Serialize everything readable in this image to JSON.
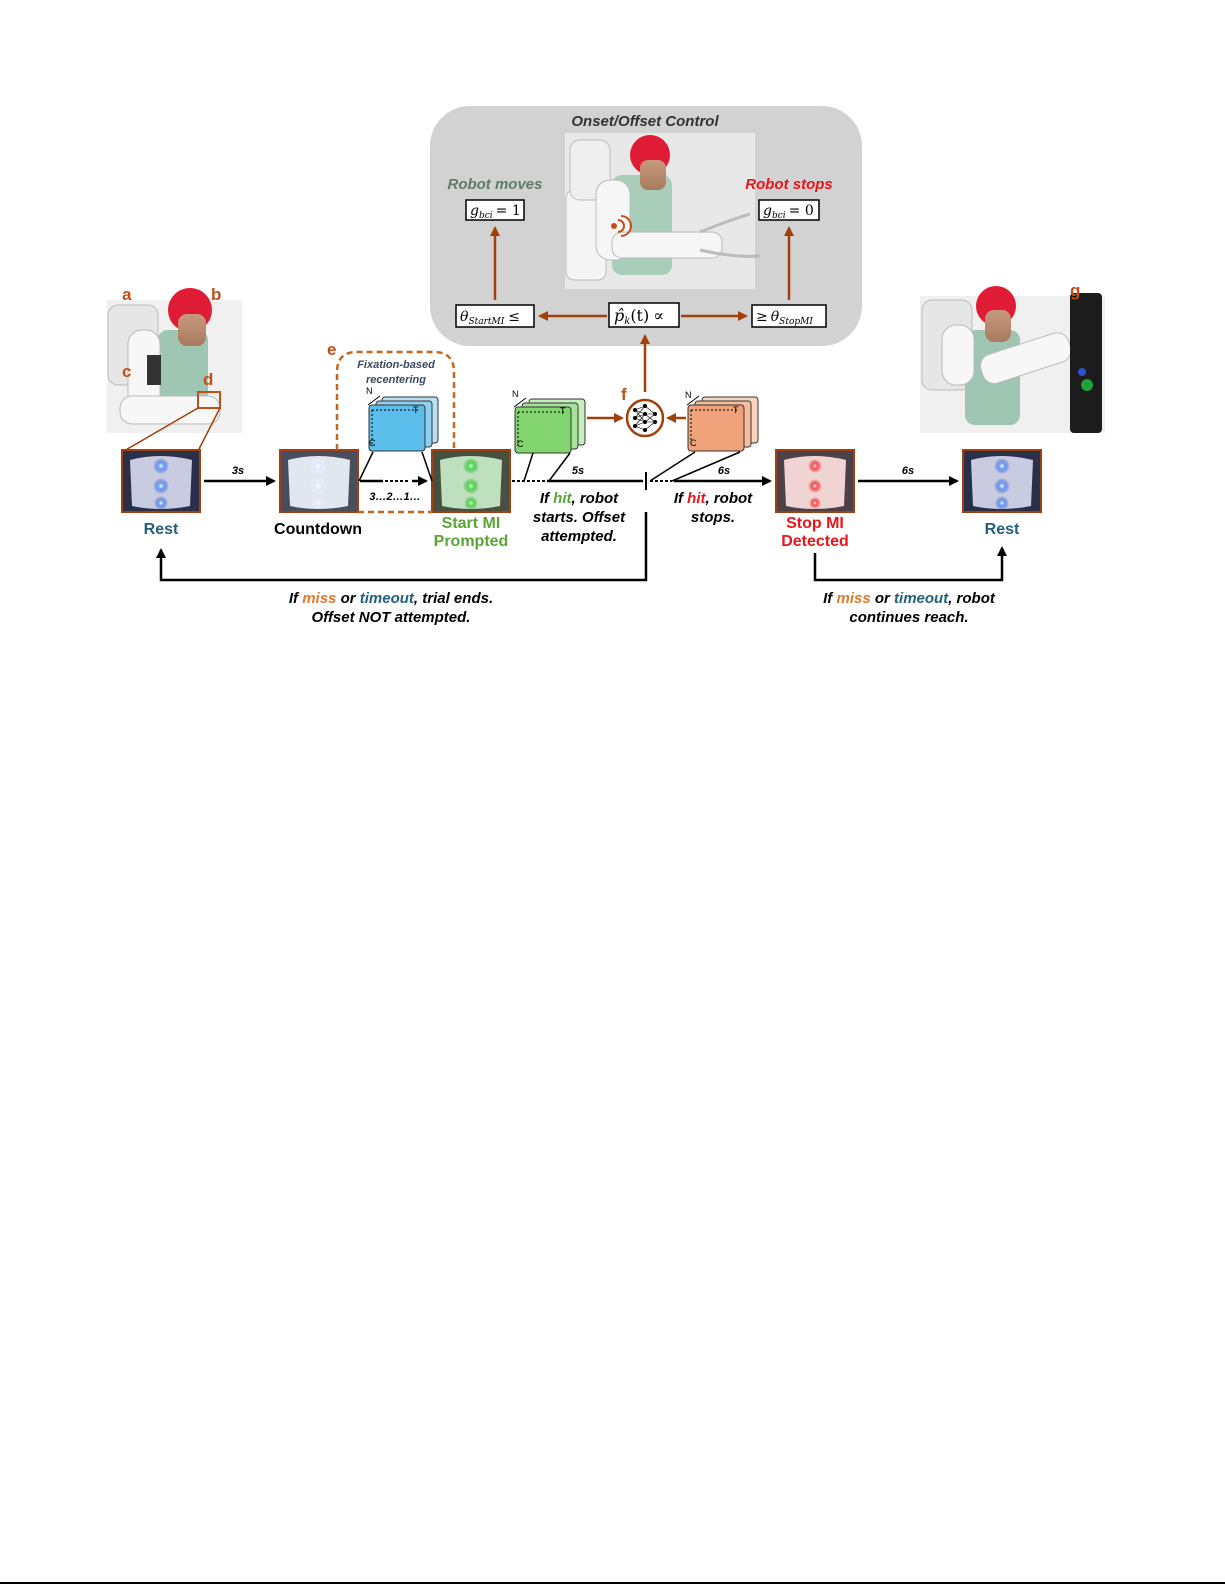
{
  "colors": {
    "brown": "#a0410d",
    "orange_dash": "#c8661c",
    "teal": "#24607e",
    "green": "#5aa536",
    "red": "#e8161b",
    "orange": "#e07a2e",
    "panel_bg": "#d2d2d2",
    "gray_green": "#5b7c6b"
  },
  "panel": {
    "title": "Onset/Offset Control",
    "left_label": "Robot moves",
    "right_label": "Robot stops",
    "g_left": {
      "lhs": "g",
      "sub": "bci",
      "rhs": "= 1"
    },
    "g_right": {
      "lhs": "g",
      "sub": "bci",
      "rhs": "= 0"
    },
    "theta_start": {
      "sym": "θ",
      "sub": "StartMI",
      "op": "≤"
    },
    "p_hat": {
      "sym": "p̂",
      "sub": "k",
      "arg": "(t)",
      "op": "∝"
    },
    "theta_stop": {
      "op": "≥",
      "sym": "θ",
      "sub": "StopMI"
    }
  },
  "letters": {
    "a": "a",
    "b": "b",
    "c": "c",
    "d": "d",
    "e": "e",
    "f": "f",
    "g": "g"
  },
  "fixation": {
    "line1": "Fixation-based",
    "line2": "recentering"
  },
  "tensor_axes": {
    "n": "N",
    "t": "T",
    "c": "C"
  },
  "timeline": {
    "t1": "3s",
    "countdown_text": "3…2…1…",
    "t2": "5s",
    "t3": "6s",
    "t4": "6s"
  },
  "states": {
    "rest1": "Rest",
    "countdown": "Countdown",
    "start_mi_1": "Start MI",
    "start_mi_2": "Prompted",
    "stop_mi_1": "Stop MI",
    "stop_mi_2": "Detected",
    "rest2": "Rest"
  },
  "notes": {
    "hit_start": {
      "pre": "If ",
      "hit": "hit",
      "post": ", robot",
      "line2": "starts. Offset",
      "line3": "attempted."
    },
    "hit_stop": {
      "pre": "If ",
      "hit": "hit",
      "post": ", robot",
      "line2": "stops."
    },
    "miss_left": {
      "pre": "If ",
      "miss": "miss",
      "or": " or ",
      "timeout": "timeout",
      "post": ", trial ends.",
      "line2": "Offset NOT attempted."
    },
    "miss_right": {
      "pre": "If ",
      "miss": "miss",
      "or": " or ",
      "timeout": "timeout",
      "post": ", robot",
      "line2": "continues reach."
    }
  }
}
